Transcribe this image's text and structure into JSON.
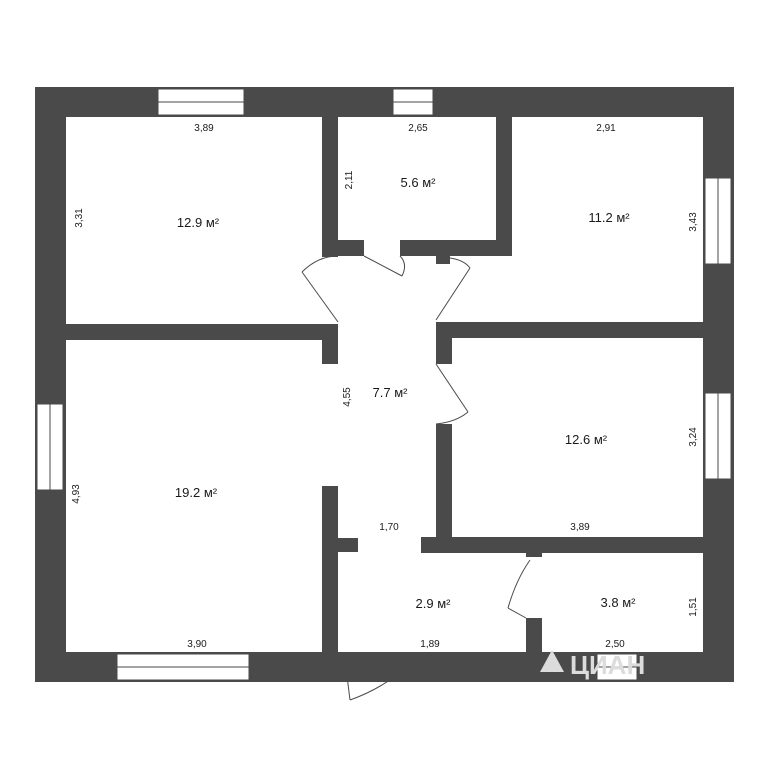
{
  "rooms": [
    {
      "id": "bedroom-1",
      "area": "12.9 м²"
    },
    {
      "id": "storage",
      "area": "5.6 м²"
    },
    {
      "id": "bedroom-2",
      "area": "11.2 м²"
    },
    {
      "id": "hallway",
      "area": "7.7 м²"
    },
    {
      "id": "living-room",
      "area": "19.2 м²"
    },
    {
      "id": "bedroom-3",
      "area": "12.6 м²"
    },
    {
      "id": "entrance",
      "area": "2.9 м²"
    },
    {
      "id": "bathroom",
      "area": "3.8 м²"
    }
  ],
  "dimensions": {
    "bedroom1_width": "3,89",
    "bedroom1_height": "3,31",
    "storage_width": "2,65",
    "storage_height": "2,11",
    "bedroom2_width": "2,91",
    "bedroom2_height": "3,43",
    "hallway_height": "4,55",
    "hallway_width": "1,70",
    "living_height": "4,93",
    "living_width": "3,90",
    "bedroom3_height": "3,24",
    "bedroom3_width": "3,89",
    "entrance_width": "1,89",
    "bathroom_height": "1,51",
    "bathroom_width": "2,50"
  },
  "watermark": "ЦИАН",
  "colors": {
    "wall": "#4a4a4a",
    "window": "#ffffff",
    "background": "#ffffff"
  }
}
